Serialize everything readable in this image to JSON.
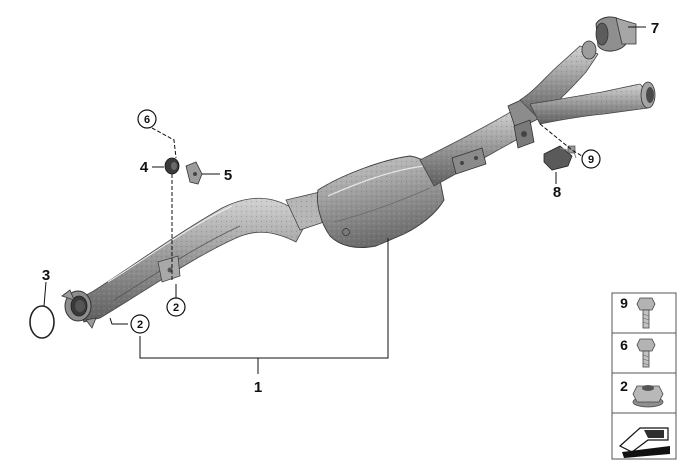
{
  "diagram": {
    "labels": {
      "p1": "1",
      "p2a": "2",
      "p2b": "2",
      "p3": "3",
      "p4": "4",
      "p5": "5",
      "p6": "6",
      "p7": "7",
      "p8": "8",
      "p9": "9"
    },
    "key": [
      {
        "number": "9",
        "icon": "bolt-icon"
      },
      {
        "number": "6",
        "icon": "bolt-icon"
      },
      {
        "number": "2",
        "icon": "hex-nut-icon"
      }
    ],
    "colors": {
      "metal": "#9a9a9a",
      "metal_dark": "#6f6f6f",
      "metal_light": "#c9c9c9",
      "line": "#111111"
    }
  }
}
